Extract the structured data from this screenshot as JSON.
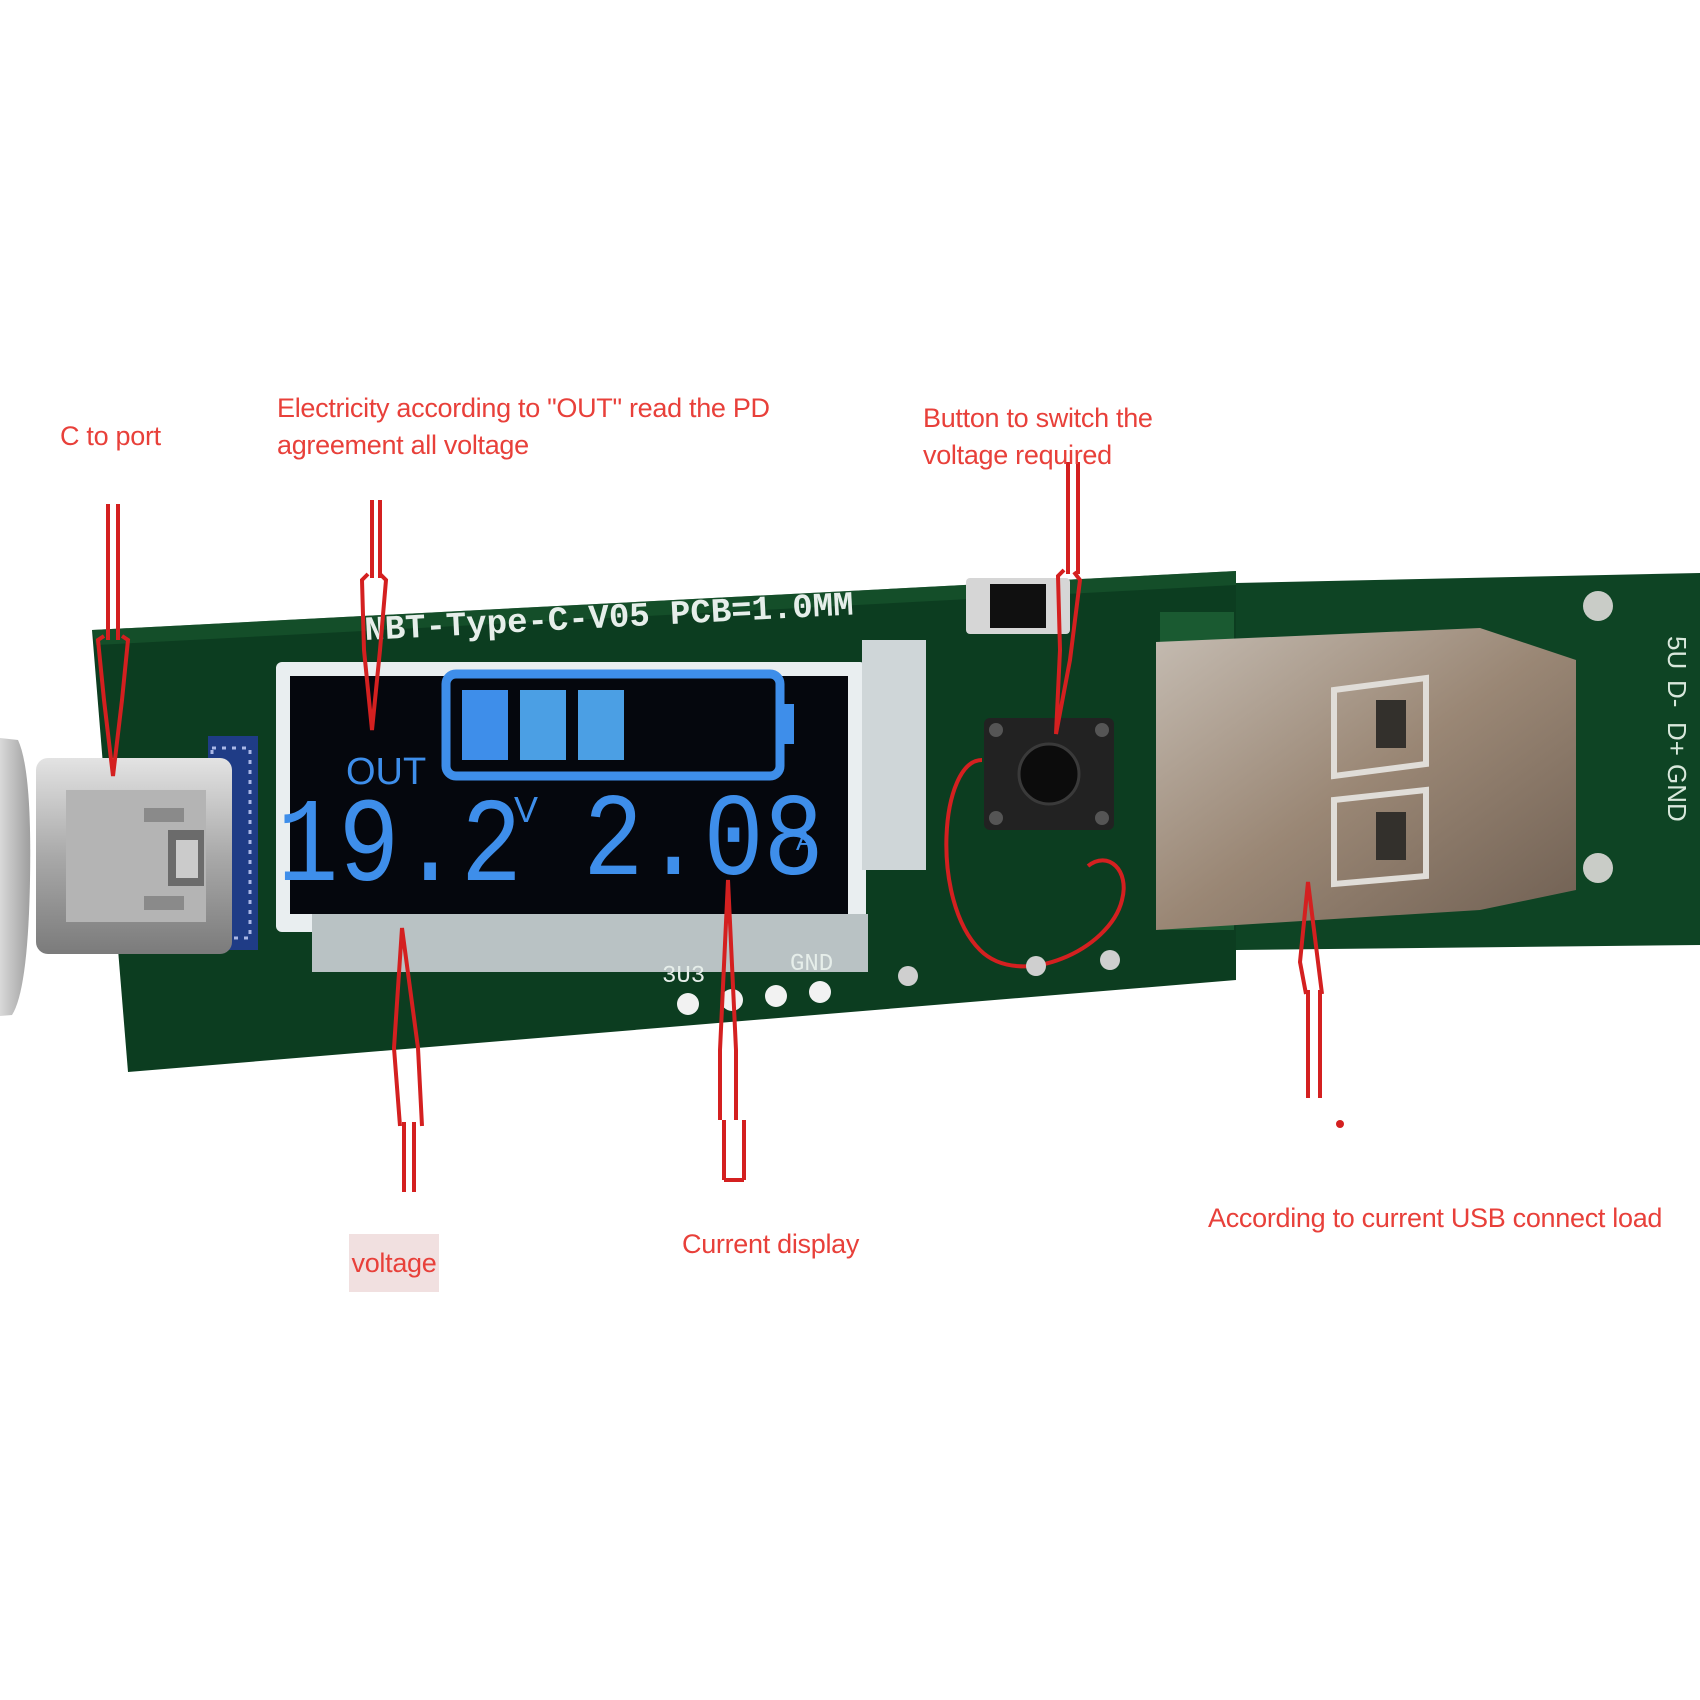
{
  "annotations": {
    "c_port": "C to port",
    "out_line1": "Electricity according to \"OUT\" read the PD",
    "out_line2": "agreement all voltage",
    "button_line1": "Button to switch the",
    "button_line2": "voltage required",
    "voltage": "voltage",
    "current": "Current display",
    "usb_load": "According to current USB connect load"
  },
  "board": {
    "silkscreen_title": "NBT-Type-C-V05  PCB=1.0MM",
    "pin_label_3v3": "3U3",
    "pin_label_gnd": "GND",
    "side_labels": [
      "5U",
      "D-",
      "D+",
      "GND"
    ]
  },
  "display": {
    "mode": "OUT",
    "voltage": "19.2",
    "voltage_unit": "V",
    "current": "2.08",
    "current_unit": "A",
    "battery_bars_filled": 3
  },
  "colors": {
    "annotation_red": "#e8403a",
    "pcb_green": "#0c3d20",
    "lcd_background": "#05070d",
    "lcd_blue": "#3e8eea"
  }
}
